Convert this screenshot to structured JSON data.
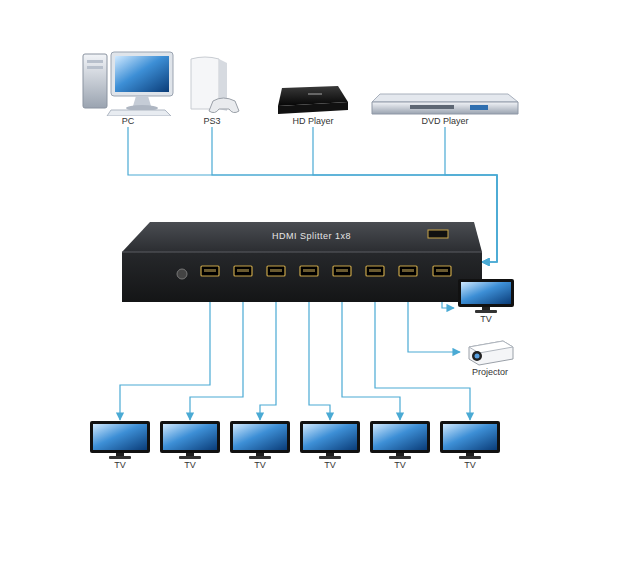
{
  "diagram": {
    "nodes": [
      {
        "text": [
          "PC"
        ]
      },
      {
        "text": [
          "PS3"
        ]
      },
      {
        "text": [
          "HD Player"
        ]
      },
      {
        "text": [
          "DVD Player"
        ]
      },
      {
        "text": [
          "HDMI Splitter 1x8"
        ]
      },
      {
        "text": [
          "TV"
        ]
      },
      {
        "text": [
          "Projector"
        ]
      },
      {
        "text": [
          "TV"
        ]
      },
      {
        "text": [
          "TV"
        ]
      },
      {
        "text": [
          "TV"
        ]
      },
      {
        "text": [
          "TV"
        ]
      },
      {
        "text": [
          "TV"
        ]
      },
      {
        "text": [
          "TV"
        ]
      }
    ],
    "edges": [
      {
        "from": 0,
        "to": 4,
        "arrow": "to"
      },
      {
        "from": 1,
        "to": 4,
        "arrow": "to"
      },
      {
        "from": 2,
        "to": 4,
        "arrow": "to"
      },
      {
        "from": 3,
        "to": 4,
        "arrow": "to"
      },
      {
        "from": 4,
        "to": 5,
        "arrow": "to"
      },
      {
        "from": 4,
        "to": 6,
        "arrow": "to"
      },
      {
        "from": 4,
        "to": 7,
        "arrow": "to"
      },
      {
        "from": 4,
        "to": 8,
        "arrow": "to"
      },
      {
        "from": 4,
        "to": 9,
        "arrow": "to"
      },
      {
        "from": 4,
        "to": 10,
        "arrow": "to"
      },
      {
        "from": 4,
        "to": 11,
        "arrow": "to"
      },
      {
        "from": 4,
        "to": 12,
        "arrow": "to"
      }
    ]
  }
}
